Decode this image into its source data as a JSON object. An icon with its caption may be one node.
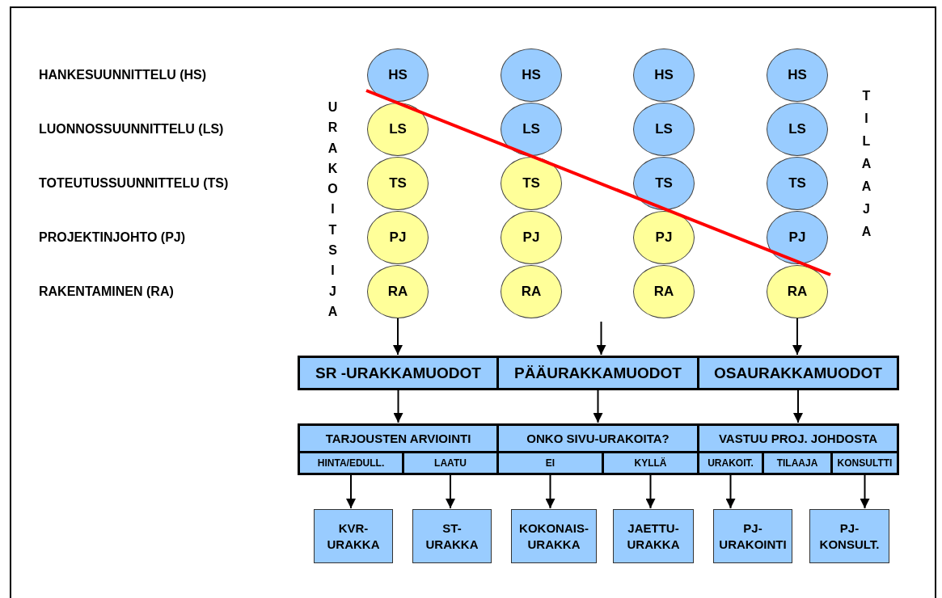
{
  "diagram": {
    "nodes": [
      {
        "text": [
          "HS"
        ]
      },
      {
        "text": [
          "HS"
        ]
      },
      {
        "text": [
          "HS"
        ]
      },
      {
        "text": [
          "HS"
        ]
      },
      {
        "text": [
          "LS"
        ]
      },
      {
        "text": [
          "LS"
        ]
      },
      {
        "text": [
          "LS"
        ]
      },
      {
        "text": [
          "LS"
        ]
      },
      {
        "text": [
          "TS"
        ]
      },
      {
        "text": [
          "TS"
        ]
      },
      {
        "text": [
          "TS"
        ]
      },
      {
        "text": [
          "TS"
        ]
      },
      {
        "text": [
          "PJ"
        ]
      },
      {
        "text": [
          "PJ"
        ]
      },
      {
        "text": [
          "PJ"
        ]
      },
      {
        "text": [
          "PJ"
        ]
      },
      {
        "text": [
          "RA"
        ]
      },
      {
        "text": [
          "RA"
        ]
      },
      {
        "text": [
          "RA"
        ]
      },
      {
        "text": [
          "RA"
        ]
      },
      {
        "text": [
          "SR -URAKKAMUODOT"
        ]
      },
      {
        "text": [
          "PÄÄURAKKAMUODOT"
        ]
      },
      {
        "text": [
          "OSAURAKKAMUODOT"
        ]
      },
      {
        "text": [
          "TARJOUSTEN ARVIOINTI"
        ]
      },
      {
        "text": [
          "ONKO SIVU-URAKOITA?"
        ]
      },
      {
        "text": [
          "VASTUU PROJ. JOHDOSTA"
        ]
      },
      {
        "text": [
          "HINTA/EDULL."
        ]
      },
      {
        "text": [
          "LAATU"
        ]
      },
      {
        "text": [
          "EI"
        ]
      },
      {
        "text": [
          "KYLLÄ"
        ]
      },
      {
        "text": [
          "URAKOIT."
        ]
      },
      {
        "text": [
          "TILAAJA"
        ]
      },
      {
        "text": [
          "KONSULTTI"
        ]
      },
      {
        "text": [
          "KVR- URAKKA"
        ]
      },
      {
        "text": [
          "ST- URAKKA"
        ]
      },
      {
        "text": [
          "KOKONAIS- URAKKA"
        ]
      },
      {
        "text": [
          "JAETTU- URAKKA"
        ]
      },
      {
        "text": [
          "PJ- URAKOINTI"
        ]
      },
      {
        "text": [
          "PJ- KONSULT."
        ]
      }
    ],
    "edges": [
      {
        "from": 16,
        "to": 20,
        "arrow": "to"
      },
      {
        "from": null,
        "to": 21,
        "arrow": "to"
      },
      {
        "from": 19,
        "to": 22,
        "arrow": "to"
      },
      {
        "from": 20,
        "to": 23,
        "arrow": "to"
      },
      {
        "from": 21,
        "to": 24,
        "arrow": "to"
      },
      {
        "from": 22,
        "to": 25,
        "arrow": "to"
      },
      {
        "from": 26,
        "to": 33,
        "arrow": "to"
      },
      {
        "from": 27,
        "to": 34,
        "arrow": "to"
      },
      {
        "from": 28,
        "to": 35,
        "arrow": "to"
      },
      {
        "from": 29,
        "to": 36,
        "arrow": "to"
      },
      {
        "from": 30,
        "to": 37,
        "arrow": "to"
      },
      {
        "from": 32,
        "to": 38,
        "arrow": "to"
      }
    ],
    "labels": [
      "HANKESUUNNITTELU (HS)",
      "LUONNOSSUUNNITTELU (LS)",
      "TOTEUTUSSUUNNITTELU (TS)",
      "PROJEKTINJOHTO (PJ)",
      "RAKENTAMINEN (RA)",
      "URAKOITSIJA",
      "TILAAJA"
    ]
  }
}
